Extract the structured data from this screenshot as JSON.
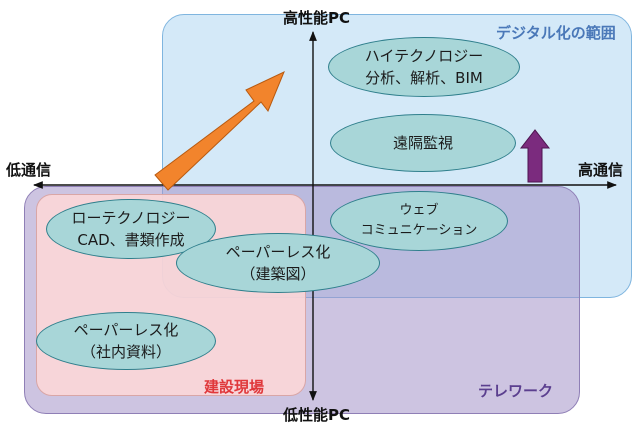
{
  "axes": {
    "top": "高性能PC",
    "bottom": "低性能PC",
    "left": "低通信",
    "right": "高通信"
  },
  "regions": {
    "digital": {
      "label": "デジタル化の範囲"
    },
    "telework": {
      "label": "テレワーク"
    },
    "site": {
      "label": "建設現場"
    }
  },
  "nodes": {
    "hightech": {
      "line1": "ハイテクノロジー",
      "line2": "分析、解析、BIM"
    },
    "remote": {
      "line1": "遠隔監視"
    },
    "web": {
      "line1": "ウェブ",
      "line2": "コミュニケーション"
    },
    "lowtech": {
      "line1": "ローテクノロジー",
      "line2": "CAD、書類作成"
    },
    "paperless_build": {
      "line1": "ペーパーレス化",
      "line2": "（建築図）"
    },
    "paperless_internal": {
      "line1": "ペーパーレス化",
      "line2": "（社内資料）"
    }
  },
  "colors": {
    "digital_label": "#4a78b8",
    "telework_label": "#5b3f8f",
    "site_label": "#e0383b",
    "arrow_orange": "#f2842c",
    "arrow_purple": "#7b2b7e"
  }
}
